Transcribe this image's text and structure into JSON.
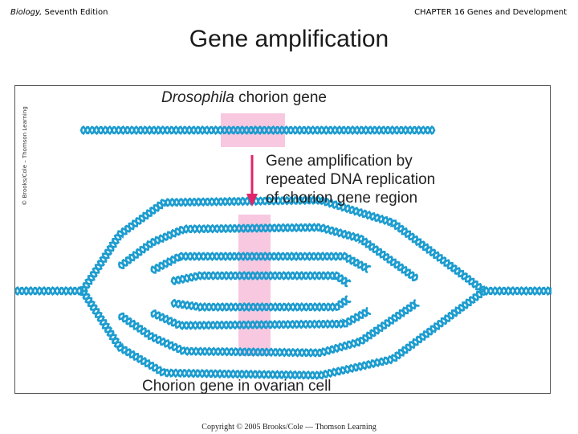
{
  "header": {
    "book_title": "Biology,",
    "edition": " Seventh Edition",
    "chapter": "CHAPTER 16 Genes and Development"
  },
  "slide_title": "Gene amplification",
  "figure": {
    "credit": "© Brooks/Cole – Thomson Learning",
    "title_italic": "Drosophila",
    "title_rest": " chorion gene",
    "arrow_note": "Gene amplification by\nrepeated DNA replication\nof chorion gene region",
    "caption": "Chorion gene in ovarian cell",
    "colors": {
      "dna": "#1c9ccf",
      "gene_region": "#f7c8e0",
      "arrow": "#e0256a"
    }
  },
  "footer": {
    "copyright": "Copyright © 2005 Brooks/Cole — Thomson Learning"
  }
}
